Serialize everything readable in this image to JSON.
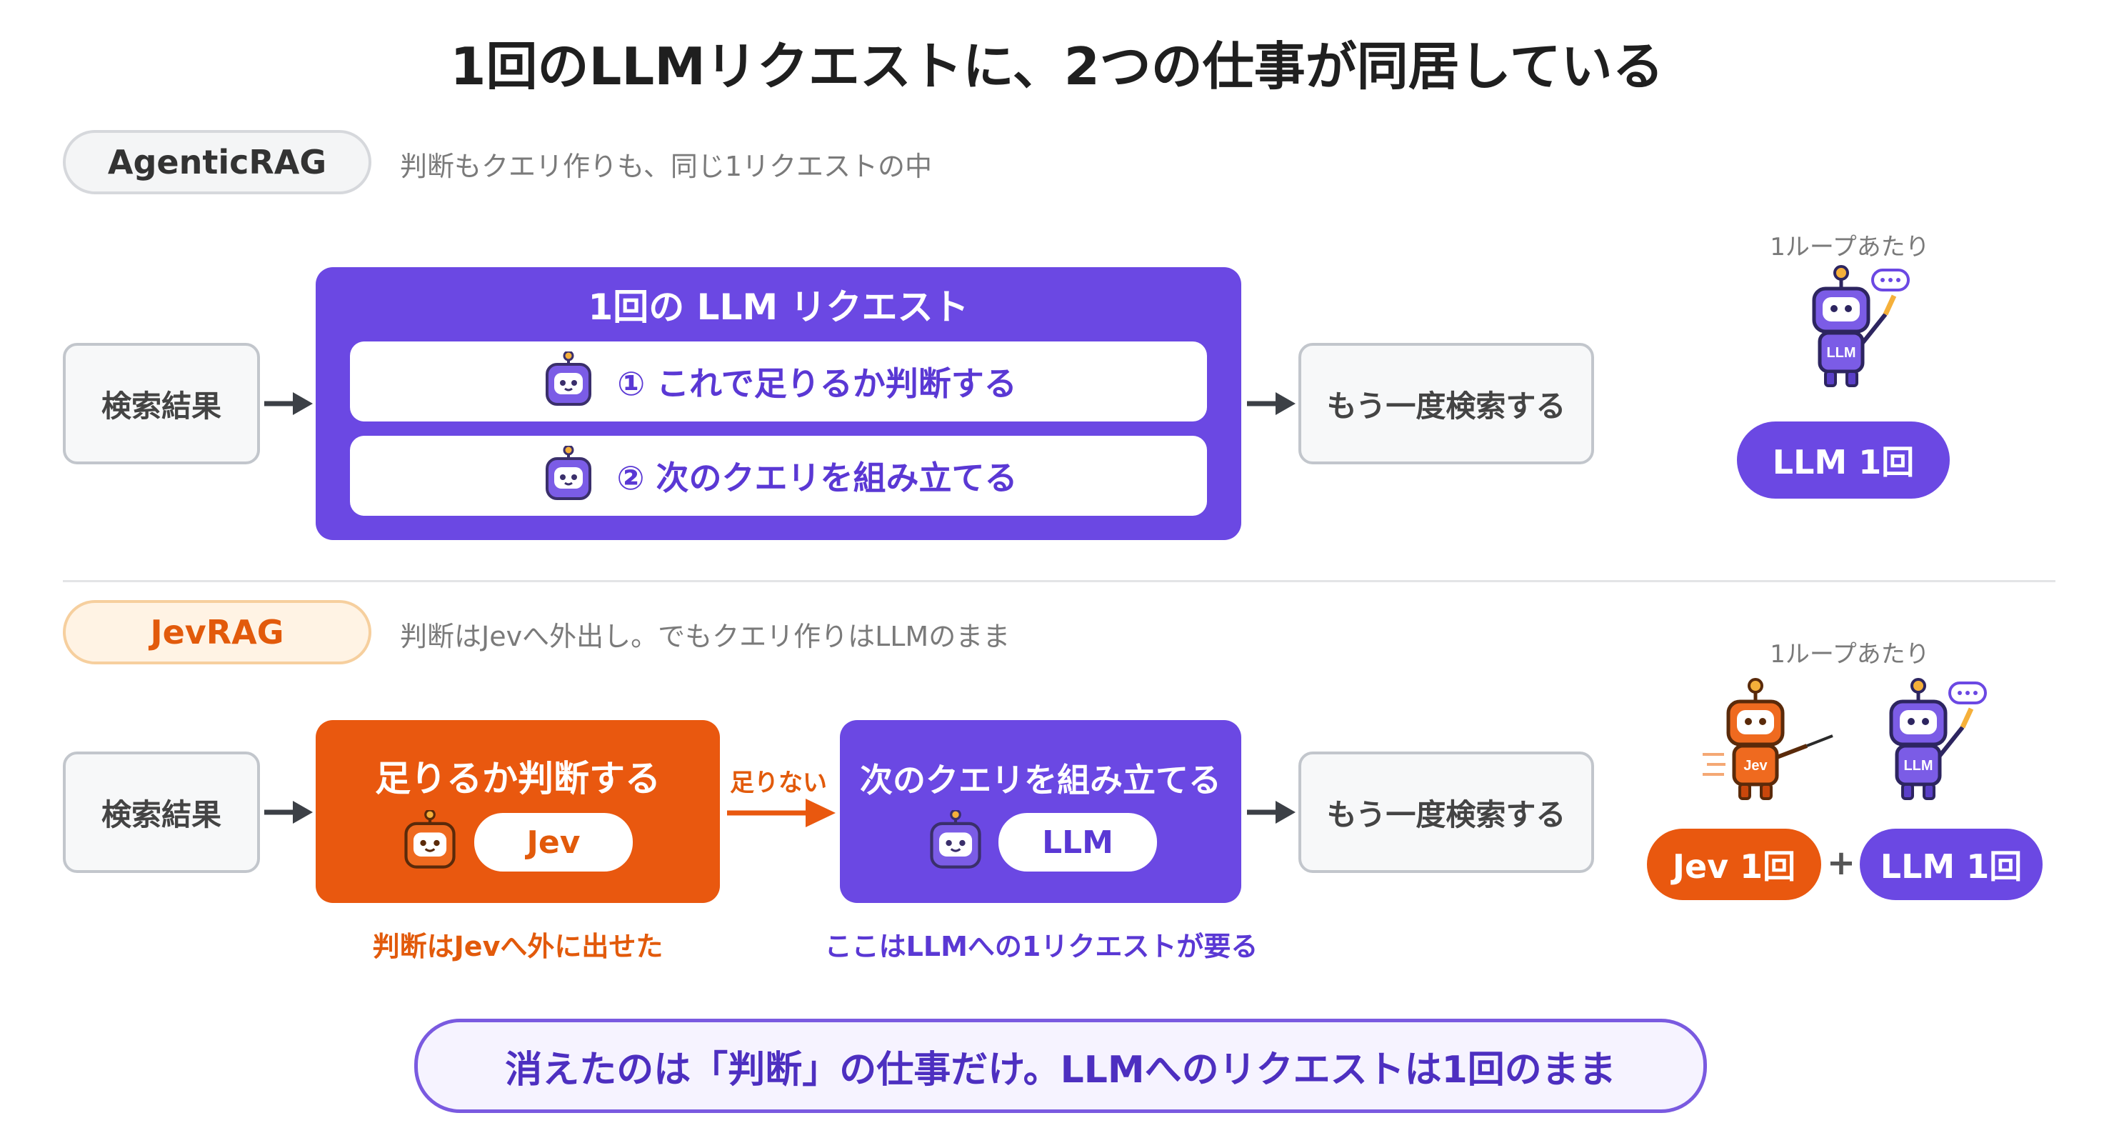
{
  "title": "1回のLLMリクエストに、2つの仕事が同居している",
  "agentic": {
    "label": "AgenticRAG",
    "note": "判断もクエリ作りも、同じ1リクエストの中",
    "input": "検索結果",
    "panel_title": "1回の LLM リクエスト",
    "step1": "① これで足りるか判断する",
    "step2": "② 次のクエリを組み立てる",
    "output": "もう一度検索する",
    "per_loop": "1ループあたり",
    "robot_label": "LLM",
    "count": "LLM 1回"
  },
  "jev": {
    "label": "JevRAG",
    "note": "判断はJevへ外出し。でもクエリ作りはLLMのまま",
    "input": "検索結果",
    "judge_title": "足りるか判断する",
    "judge_tag": "Jev",
    "arrow_label": "足りない",
    "query_title": "次のクエリを組み立てる",
    "query_tag": "LLM",
    "output": "もう一度検索する",
    "caption_left": "判断はJevへ外に出せた",
    "caption_right": "ここはLLMへの1リクエストが要る",
    "per_loop": "1ループあたり",
    "robot_jev_label": "Jev",
    "robot_llm_label": "LLM",
    "count_jev": "Jev 1回",
    "plus": "+",
    "count_llm": "LLM 1回"
  },
  "summary": "消えたのは「判断」の仕事だけ。LLMへのリクエストは1回のまま",
  "colors": {
    "purple": "#6b48e3",
    "orange": "#e9580f",
    "gray_border": "#c2c6cc"
  }
}
